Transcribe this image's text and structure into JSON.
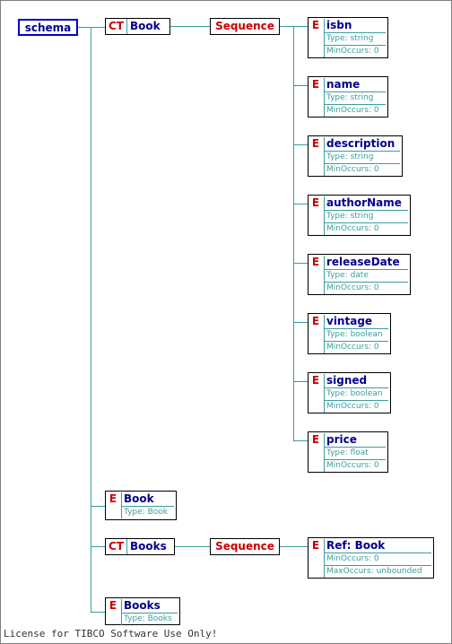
{
  "schema_label": "schema",
  "book_ct": {
    "badge": "CT",
    "name": "Book"
  },
  "sequence_1": "Sequence",
  "elements": [
    {
      "badge": "E",
      "name": "isbn",
      "props": [
        "Type: string",
        "MinOccurs: 0"
      ]
    },
    {
      "badge": "E",
      "name": "name",
      "props": [
        "Type: string",
        "MinOccurs: 0"
      ]
    },
    {
      "badge": "E",
      "name": "description",
      "props": [
        "Type: string",
        "MinOccurs: 0"
      ]
    },
    {
      "badge": "E",
      "name": "authorName",
      "props": [
        "Type: string",
        "MinOccurs: 0"
      ]
    },
    {
      "badge": "E",
      "name": "releaseDate",
      "props": [
        "Type: date",
        "MinOccurs: 0"
      ]
    },
    {
      "badge": "E",
      "name": "vintage",
      "props": [
        "Type: boolean",
        "MinOccurs: 0"
      ]
    },
    {
      "badge": "E",
      "name": "signed",
      "props": [
        "Type: boolean",
        "MinOccurs: 0"
      ]
    },
    {
      "badge": "E",
      "name": "price",
      "props": [
        "Type: float",
        "MinOccurs: 0"
      ]
    }
  ],
  "book_element": {
    "badge": "E",
    "name": "Book",
    "props": [
      "Type: Book"
    ]
  },
  "books_ct": {
    "badge": "CT",
    "name": "Books"
  },
  "sequence_2": "Sequence",
  "ref_element": {
    "badge": "E",
    "name": "Ref: Book",
    "props": [
      "MinOccurs: 0",
      "MaxOccurs: unbounded"
    ]
  },
  "books_element": {
    "badge": "E",
    "name": "Books",
    "props": [
      "Type: Books"
    ]
  },
  "license": "License for TIBCO Software Use Only!"
}
